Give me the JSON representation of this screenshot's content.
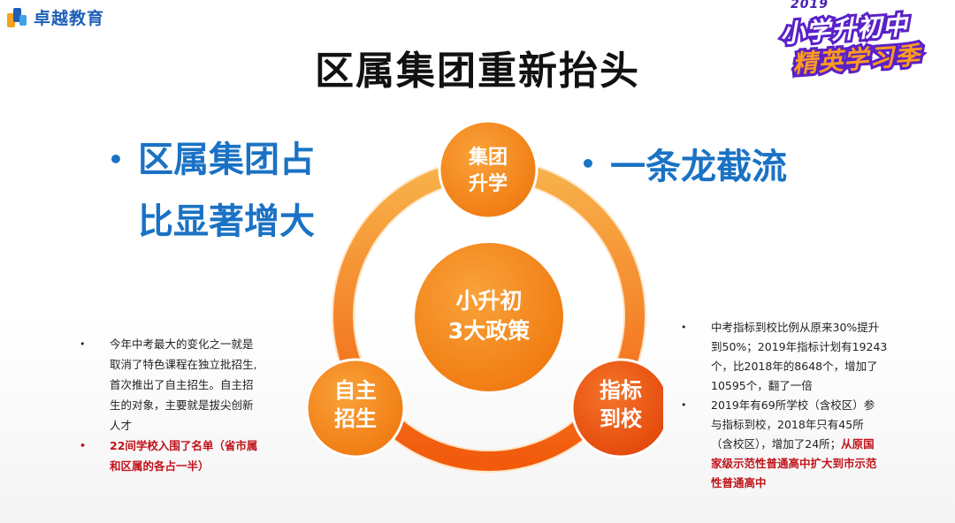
{
  "brand": {
    "name": "卓越教育"
  },
  "badge": {
    "year": "2019",
    "line1": "小学升初中",
    "line2": "精英学习季"
  },
  "title": "区属集团重新抬头",
  "left_heading": {
    "line1": "区属集团占",
    "line2": "比显著增大"
  },
  "right_heading": "一条龙截流",
  "diagram": {
    "center": {
      "line1": "小升初",
      "line2": "3大政策"
    },
    "top": {
      "line1": "集团",
      "line2": "升学"
    },
    "left": {
      "line1": "自主",
      "line2": "招生"
    },
    "right": {
      "line1": "指标",
      "line2": "到校"
    }
  },
  "left_notes": [
    {
      "lines": [
        "今年中考最大的变化之一就是",
        "取消了特色课程在独立批招生,",
        "首次推出了自主招生。自主招",
        "生的对象，主要就是拔尖创新",
        "人才"
      ],
      "highlight": false
    },
    {
      "lines": [
        "22间学校入围了名单（省市属",
        "和区属的各占一半）"
      ],
      "highlight": true
    }
  ],
  "right_notes": {
    "item1": [
      "中考指标到校比例从原来30%提升",
      "到50%；2019年指标计划有19243",
      "个，比2018年的8648个，增加了",
      "10595个，翻了一倍"
    ],
    "item2_plain": [
      "2019年有69所学校（含校区）参",
      "与指标到校，2018年只有45所"
    ],
    "item2_mixed_plain": "（含校区），增加了24所；",
    "item2_mixed_red": "从原国",
    "item2_red": [
      "家级示范性普通高中扩大到市示范",
      "性普通高中"
    ]
  },
  "colors": {
    "heading_blue": "#1a72c4",
    "ring_light": "#f7b24a",
    "ring_dark": "#f25a0c",
    "node_orange": "#f58a1a",
    "highlight_red": "#c0121a",
    "badge_purple": "#5a21c8"
  }
}
